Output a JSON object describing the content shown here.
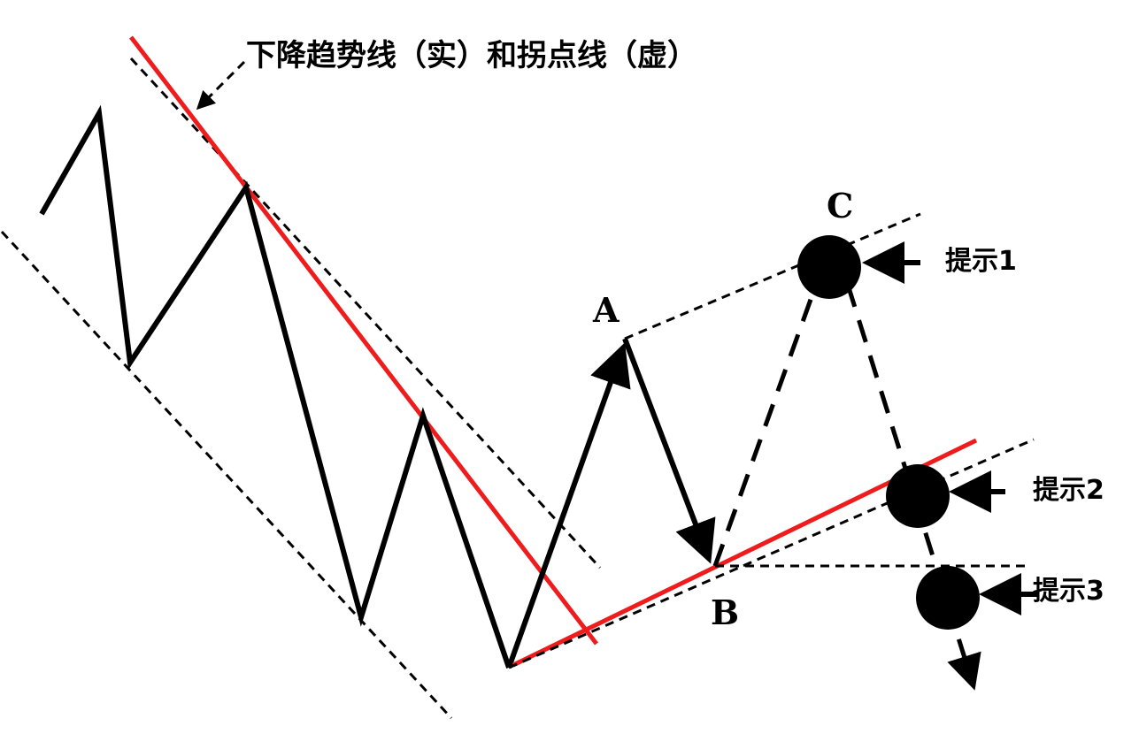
{
  "title": "下降趋势线（实）和拐点线（虚）",
  "points": {
    "a": "A",
    "b": "B",
    "c": "C"
  },
  "hints": {
    "hint1": "提示1",
    "hint2": "提示2",
    "hint3": "提示3"
  },
  "colors": {
    "trendline": "#ee1c1c",
    "lines": "#000000",
    "background": "#ffffff"
  }
}
